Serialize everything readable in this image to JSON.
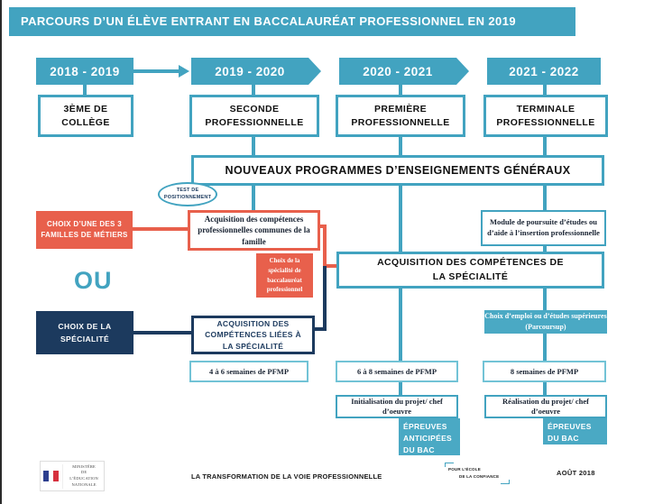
{
  "page": {
    "title": "PARCOURS D’UN ÉLÈVE ENTRANT EN BACCALAURÉAT PROFESSIONNEL EN 2019"
  },
  "colors": {
    "teal": "#42a3c0",
    "light_teal_border": "#72c3d6",
    "red": "#e8604c",
    "navy": "#1c3a5e",
    "white": "#ffffff"
  },
  "timeline": {
    "years": [
      "2018 - 2019",
      "2019 - 2020",
      "2020 - 2021",
      "2021 - 2022"
    ],
    "grades": [
      "3ÈME DE COLLÈGE",
      "SECONDE PROFESSIONNELLE",
      "PREMIÈRE PROFESSIONNELLE",
      "TERMINALE PROFESSIONNELLE"
    ]
  },
  "nodes": {
    "programmes": "NOUVEAUX PROGRAMMES D’ENSEIGNEMENTS GÉNÉRAUX",
    "test_positionnement": "TEST DE POSITIONNEMENT",
    "choix_familles": "CHOIX D’UNE DES 3 FAMILLES DE MÉTIERS",
    "acquisition_famille": "Acquisition des compétences professionnelles communes de la famille",
    "choix_specialite_bac": "Choix de la spécialité de baccalauréat professionnel",
    "ou": "OU",
    "acquisition_specialite": "ACQUISITION DES COMPÉTENCES DE LA SPÉCIALITÉ",
    "module_poursuite": "Module de poursuite d’études ou d’aide à l’insertion professionnelle",
    "choix_specialite": "CHOIX DE LA SPÉCIALITÉ",
    "acquisition_liees": "ACQUISITION DES COMPÉTENCES LIÉES À LA SPÉCIALITÉ",
    "choix_emploi": "Choix d’emploi ou d’études supérieures (Parcoursup)",
    "pfmp_seconde": "4 à  6 semaines de PFMP",
    "pfmp_premiere": "6 à 8 semaines de PFMP",
    "pfmp_terminale": "8 semaines de PFMP",
    "projet_premiere": "Initialisation du projet/ chef d’oeuvre",
    "projet_terminale": "Réalisation du projet/ chef d’oeuvre",
    "epreuves_anticipees": "ÉPREUVES ANTICIPÉES DU BAC",
    "epreuves_bac": "ÉPREUVES DU BAC"
  },
  "footer": {
    "ministry_line1": "MINISTÈRE",
    "ministry_line2": "DE L’ÉDUCATION",
    "ministry_line3": "NATIONALE",
    "center_text": "LA TRANSFORMATION DE LA VOIE PROFESSIONNELLE",
    "slogan_line1": "POUR L’ÉCOLE",
    "slogan_line2": "DE LA CONFIANCE",
    "date": "AOÛT 2018"
  }
}
